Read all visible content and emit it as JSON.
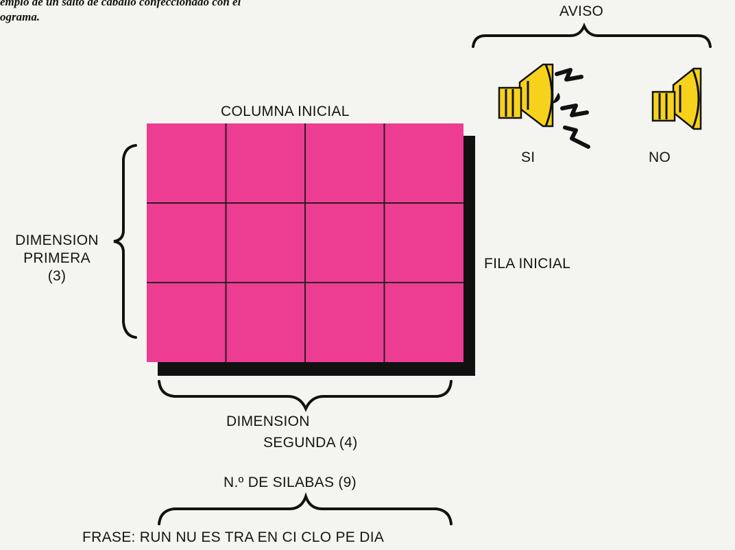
{
  "caption": {
    "line1": "emplo de un salto de caballo confeccionado con el",
    "line2": "ograma."
  },
  "labels": {
    "aviso": "AVISO",
    "si": "SI",
    "no": "NO",
    "columna_inicial": "COLUMNA INICIAL",
    "dimension_primera_1": "DIMENSION",
    "dimension_primera_2": "PRIMERA",
    "dimension_primera_3": "(3)",
    "fila_inicial": "FILA INICIAL",
    "dimension_segunda_1": "DIMENSION",
    "dimension_segunda_2": "SEGUNDA (4)",
    "silabas": "N.º DE SILABAS (9)",
    "frase": "FRASE: RUN NU ES TRA EN CI CLO PE DIA"
  },
  "grid": {
    "rows": 3,
    "cols": 4
  },
  "colors": {
    "cell": "#ec3d93",
    "grid_line": "#2a1a22",
    "shadow": "#111111",
    "speaker": "#f6d21c",
    "ink": "#141414"
  }
}
